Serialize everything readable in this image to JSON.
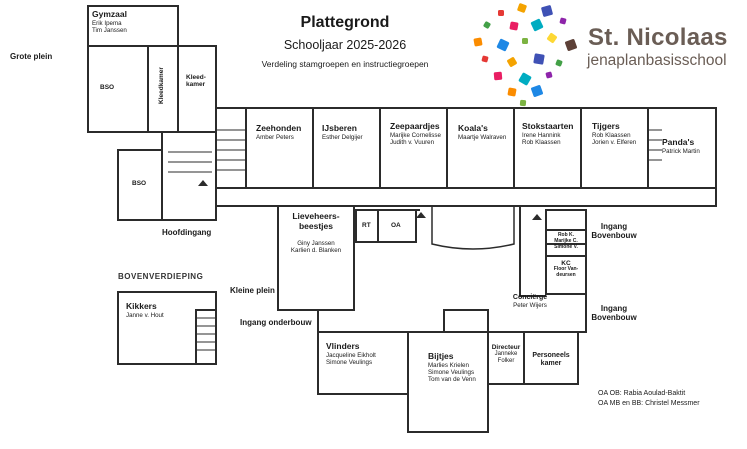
{
  "header": {
    "title": "Plattegrond",
    "subtitle": "Schooljaar 2025-2026",
    "tagline": "Verdeling stamgroepen en instructiegroepen"
  },
  "brand": {
    "name": "St. Nicolaas",
    "sub": "jenaplanbasisschool",
    "text_color": "#6a5d55",
    "confetti_colors": [
      "#e53935",
      "#f4a300",
      "#3f51b5",
      "#43a047",
      "#e91e63",
      "#00acc1",
      "#8e24aa",
      "#fb8c00",
      "#1e88e5",
      "#7cb342",
      "#fdd835",
      "#5d4037"
    ]
  },
  "rooms": {
    "gymzaal": {
      "name": "Gymzaal",
      "staff": [
        "Erik Ipema",
        "Tim Janssen"
      ]
    },
    "bso_top": {
      "name": "BSO"
    },
    "kleedkamer_v": {
      "name": "Kleedkamer"
    },
    "kleedkamer": {
      "name": "Kleed-",
      "name2": "kamer"
    },
    "bso_bottom": {
      "name": "BSO"
    },
    "zeehonden": {
      "name": "Zeehonden",
      "staff": [
        "Amber Peters"
      ]
    },
    "ijsberen": {
      "name": "IJsberen",
      "staff": [
        "Esther Delgijer"
      ]
    },
    "zeepaardjes": {
      "name": "Zeepaardjes",
      "staff": [
        "Marijke Cornelisse",
        "Judith v. Vuuren"
      ]
    },
    "koalas": {
      "name": "Koala's",
      "staff": [
        "Maartje Walraven"
      ]
    },
    "stokstaarten": {
      "name": "Stokstaarten",
      "staff": [
        "Irene Hannink",
        "Rob Klaassen"
      ]
    },
    "tijgers": {
      "name": "Tijgers",
      "staff": [
        "Rob Klaassen",
        "Jorien v. Elferen"
      ]
    },
    "pandas": {
      "name": "Panda's",
      "staff": [
        "Patrick Martin"
      ]
    },
    "lieveheersbeestjes": {
      "name": "Lieveheers-",
      "name2": "beestjes",
      "staff": [
        "Giny Janssen",
        "Karlien d. Blanken"
      ]
    },
    "rt": {
      "name": "RT"
    },
    "oa": {
      "name": "OA"
    },
    "rob_k": {
      "lines": [
        "Rob K.",
        "Marijke C.",
        "Simone V."
      ]
    },
    "kc": {
      "name": "KC",
      "staff": [
        "Floor Van-",
        "deursen"
      ]
    },
    "kikkers": {
      "name": "Kikkers",
      "staff": [
        "Janne v. Hout"
      ]
    },
    "vlinders": {
      "name": "Vlinders",
      "staff": [
        "Jacqueline Eikholt",
        "Simone Veulings"
      ]
    },
    "bijtjes": {
      "name": "Bijtjes",
      "staff": [
        "Marlies Krielen",
        "Simone Veulings",
        "Tom van de Venn"
      ]
    },
    "directeur": {
      "name": "Directeur",
      "staff": [
        "Janneke",
        "Folker"
      ]
    },
    "personeelskamer": {
      "name": "Personeels",
      "name2": "kamer"
    }
  },
  "places": {
    "grote_plein": "Grote plein",
    "hoofdingang": "Hoofdingang",
    "kleine_plein": "Kleine plein",
    "ingang_onderbouw": "Ingang onderbouw",
    "ingang_bovenbouw_1": [
      "Ingang",
      "Bovenbouw"
    ],
    "ingang_bovenbouw_2": [
      "Ingang",
      "Bovenbouw"
    ],
    "upper_floor": "BOVENVERDIEPING",
    "concierge": {
      "name": "Conciërge",
      "staff": "Peter Wijers"
    }
  },
  "legend": {
    "line1": "OA OB: Rabia Aoulad-Baktit",
    "line2": "OA MB en BB: Christel Messmer"
  },
  "wall_color": "#2b2b2b"
}
